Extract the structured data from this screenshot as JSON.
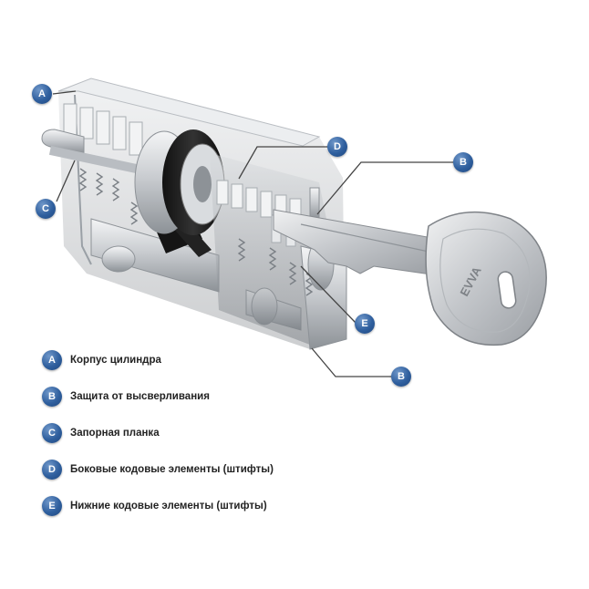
{
  "callouts": {
    "a": "A",
    "b_top": "B",
    "b_bottom": "B",
    "c": "C",
    "d": "D",
    "e": "E"
  },
  "legend": [
    {
      "marker": "A",
      "text": "Корпус цилиндра"
    },
    {
      "marker": "B",
      "text": "Защита от высверливания"
    },
    {
      "marker": "C",
      "text": "Запорная планка"
    },
    {
      "marker": "D",
      "text": "Боковые кодовые элементы (штифты)"
    },
    {
      "marker": "E",
      "text": "Нижние кодовые элементы (штифты)"
    }
  ],
  "colors": {
    "marker_blue": "#2f5f9e",
    "leader_line": "#444444",
    "legend_text": "#222222"
  },
  "key_logo": "EVVA"
}
